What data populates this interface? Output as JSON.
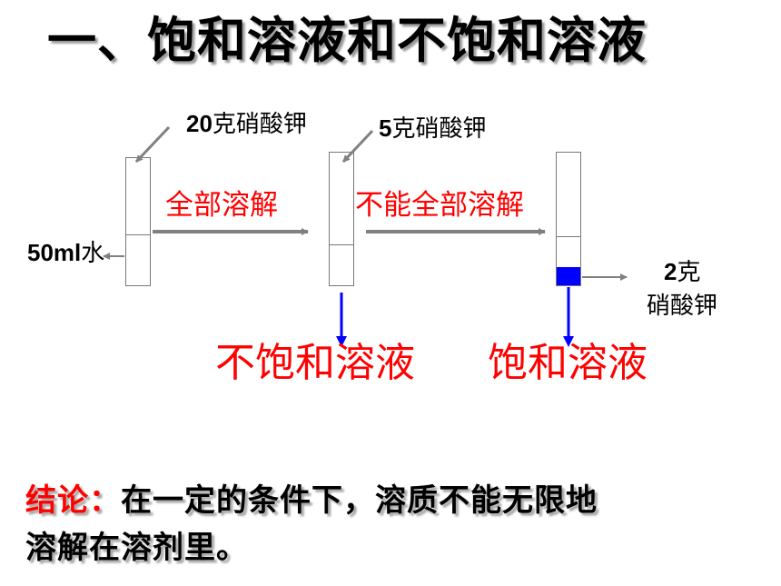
{
  "title": "一、饱和溶液和不饱和溶液",
  "labels": {
    "first_add_num": "20",
    "first_add_text": "克硝酸钾",
    "second_add_num": "5",
    "second_add_text": "克硝酸钾",
    "water_num": "50ml",
    "water_text": "水",
    "remain_num": "2",
    "remain_text1": "克",
    "remain_text2": "硝酸钾"
  },
  "steps": {
    "step1": "全部溶解",
    "step2": "不能全部溶解"
  },
  "results": {
    "unsaturated": "不饱和溶液",
    "saturated": "饱和溶液"
  },
  "conclusion": {
    "label": "结论：",
    "line1": "在一定的条件下，溶质不能无限地",
    "line2": "溶解在溶剂里。"
  },
  "colors": {
    "accent_red": "#ff0000",
    "solid_blue": "#0000ff",
    "arrow_gray": "#808080"
  }
}
